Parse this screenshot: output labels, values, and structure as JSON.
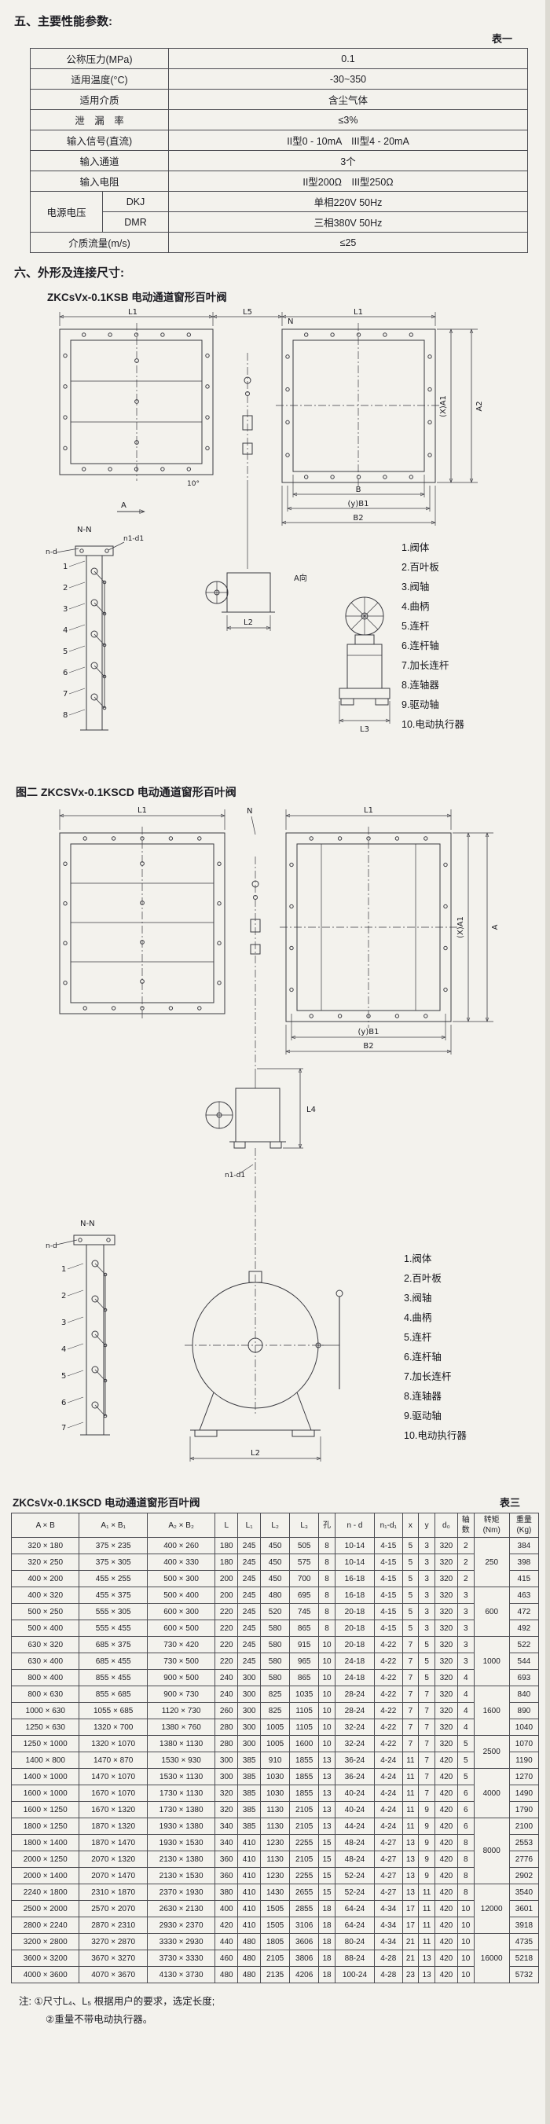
{
  "page": {
    "section5_title": "五、主要性能参数:",
    "section6_title": "六、外形及连接尺寸:"
  },
  "spec_table": {
    "table_label": "表一",
    "rows": [
      {
        "label": "公称压力(MPa)",
        "value": "0.1"
      },
      {
        "label": "适用温度(°C)",
        "value": "-30~350"
      },
      {
        "label": "适用介质",
        "value": "含尘气体"
      },
      {
        "label": "泄　漏　率",
        "value": "≤3%"
      },
      {
        "label": "输入信号(直流)",
        "value": "II型0 - 10mA　III型4 - 20mA"
      },
      {
        "label": "输入通道",
        "value": "3个"
      },
      {
        "label": "输入电阻",
        "value": "II型200Ω　III型250Ω"
      }
    ],
    "power": {
      "label": "电源电压",
      "dkj_label": "DKJ",
      "dkj_value": "单相220V 50Hz",
      "dmr_label": "DMR",
      "dmr_value": "三相380V 50Hz"
    },
    "flow": {
      "label": "介质流量(m/s)",
      "value": "≤25"
    }
  },
  "fig1": {
    "caption": "ZKCsVx-0.1KSB  电动通道窗形百叶阀",
    "labels": {
      "l1a": "L1",
      "l5": "L5",
      "l1b": "L1",
      "xa1": "(X)A1",
      "a2": "A2",
      "b": "B",
      "yb1": "(y)B1",
      "b2": "B2",
      "n": "N",
      "angle": "10°",
      "a": "A",
      "l2": "L2",
      "a_dir": "A向",
      "l3": "L3",
      "nn": "N-N",
      "n1d1": "n1-d1",
      "nd": "n-d"
    },
    "callouts": [
      "1",
      "2",
      "3",
      "4",
      "5",
      "6",
      "7",
      "8"
    ],
    "parts": [
      "1.阀体",
      "2.百叶板",
      "3.阀轴",
      "4.曲柄",
      "5.连杆",
      "6.连杆轴",
      "7.加长连杆",
      "8.连轴器",
      "9.驱动轴",
      "10.电动执行器"
    ]
  },
  "fig2": {
    "caption": "图二  ZKCSVx-0.1KSCD  电动通道窗形百叶阀",
    "labels": {
      "l1a": "L1",
      "n": "N",
      "l1b": "L1",
      "xa1": "(X)A1",
      "a": "A",
      "yb1": "(y)B1",
      "b2": "B2",
      "l4": "L4",
      "n1d1": "n1-d1",
      "nn": "N-N",
      "nd": "n-d",
      "l2": "L2"
    },
    "callouts": [
      "1",
      "2",
      "3",
      "4",
      "5",
      "6",
      "7"
    ],
    "parts": [
      "1.阀体",
      "2.百叶板",
      "3.阀轴",
      "4.曲柄",
      "5.连杆",
      "6.连杆轴",
      "7.加长连杆",
      "8.连轴器",
      "9.驱动轴",
      "10.电动执行器"
    ]
  },
  "table3": {
    "caption": "ZKCsVx-0.1KSCD  电动通道窗形百叶阀",
    "table_label": "表三",
    "headers": [
      "A × B",
      "A₁ × B₁",
      "A₂ × B₂",
      "L",
      "L₁",
      "L₂",
      "L₃",
      "孔",
      "n - d",
      "n₁-d₁",
      "x",
      "y",
      "d₀",
      "轴\n数",
      "转矩\n(Nm)",
      "重量\n(Kg)"
    ],
    "rows": [
      [
        "320 × 180",
        "375 × 235",
        "400 × 260",
        "180",
        "245",
        "450",
        "505",
        "8",
        "10-14",
        "4-15",
        "5",
        "3",
        "320",
        "2",
        "384"
      ],
      [
        "320 × 250",
        "375 × 305",
        "400 × 330",
        "180",
        "245",
        "450",
        "575",
        "8",
        "10-14",
        "4-15",
        "5",
        "3",
        "320",
        "2",
        "398"
      ],
      [
        "400 × 200",
        "455 × 255",
        "500 × 300",
        "200",
        "245",
        "450",
        "700",
        "8",
        "16-18",
        "4-15",
        "5",
        "3",
        "320",
        "2",
        "415"
      ],
      [
        "400 × 320",
        "455 × 375",
        "500 × 400",
        "200",
        "245",
        "480",
        "695",
        "8",
        "16-18",
        "4-15",
        "5",
        "3",
        "320",
        "3",
        "463"
      ],
      [
        "500 × 250",
        "555 × 305",
        "600 × 300",
        "220",
        "245",
        "520",
        "745",
        "8",
        "20-18",
        "4-15",
        "5",
        "3",
        "320",
        "3",
        "472"
      ],
      [
        "500 × 400",
        "555 × 455",
        "600 × 500",
        "220",
        "245",
        "580",
        "865",
        "8",
        "20-18",
        "4-15",
        "5",
        "3",
        "320",
        "3",
        "492"
      ],
      [
        "630 × 320",
        "685 × 375",
        "730 × 420",
        "220",
        "245",
        "580",
        "915",
        "10",
        "20-18",
        "4-22",
        "7",
        "5",
        "320",
        "3",
        "522"
      ],
      [
        "630 × 400",
        "685 × 455",
        "730 × 500",
        "220",
        "245",
        "580",
        "965",
        "10",
        "24-18",
        "4-22",
        "7",
        "5",
        "320",
        "3",
        "544"
      ],
      [
        "800 × 400",
        "855 × 455",
        "900 × 500",
        "240",
        "300",
        "580",
        "865",
        "10",
        "24-18",
        "4-22",
        "7",
        "5",
        "320",
        "4",
        "693"
      ],
      [
        "800 × 630",
        "855 × 685",
        "900 × 730",
        "240",
        "300",
        "825",
        "1035",
        "10",
        "28-24",
        "4-22",
        "7",
        "7",
        "320",
        "4",
        "840"
      ],
      [
        "1000 × 630",
        "1055 × 685",
        "1120 × 730",
        "260",
        "300",
        "825",
        "1105",
        "10",
        "28-24",
        "4-22",
        "7",
        "7",
        "320",
        "4",
        "890"
      ],
      [
        "1250 × 630",
        "1320 × 700",
        "1380 × 760",
        "280",
        "300",
        "1005",
        "1105",
        "10",
        "32-24",
        "4-22",
        "7",
        "7",
        "320",
        "4",
        "1040"
      ],
      [
        "1250 × 1000",
        "1320 × 1070",
        "1380 × 1130",
        "280",
        "300",
        "1005",
        "1600",
        "10",
        "32-24",
        "4-22",
        "7",
        "7",
        "320",
        "5",
        "1070"
      ],
      [
        "1400 × 800",
        "1470 × 870",
        "1530 × 930",
        "300",
        "385",
        "910",
        "1855",
        "13",
        "36-24",
        "4-24",
        "11",
        "7",
        "420",
        "5",
        "1190"
      ],
      [
        "1400 × 1000",
        "1470 × 1070",
        "1530 × 1130",
        "300",
        "385",
        "1030",
        "1855",
        "13",
        "36-24",
        "4-24",
        "11",
        "7",
        "420",
        "5",
        "1270"
      ],
      [
        "1600 × 1000",
        "1670 × 1070",
        "1730 × 1130",
        "320",
        "385",
        "1030",
        "1855",
        "13",
        "40-24",
        "4-24",
        "11",
        "7",
        "420",
        "6",
        "1490"
      ],
      [
        "1600 × 1250",
        "1670 × 1320",
        "1730 × 1380",
        "320",
        "385",
        "1130",
        "2105",
        "13",
        "40-24",
        "4-24",
        "11",
        "9",
        "420",
        "6",
        "1790"
      ],
      [
        "1800 × 1250",
        "1870 × 1320",
        "1930 × 1380",
        "340",
        "385",
        "1130",
        "2105",
        "13",
        "44-24",
        "4-24",
        "11",
        "9",
        "420",
        "6",
        "2100"
      ],
      [
        "1800 × 1400",
        "1870 × 1470",
        "1930 × 1530",
        "340",
        "410",
        "1230",
        "2255",
        "15",
        "48-24",
        "4-27",
        "13",
        "9",
        "420",
        "8",
        "2553"
      ],
      [
        "2000 × 1250",
        "2070 × 1320",
        "2130 × 1380",
        "360",
        "410",
        "1130",
        "2105",
        "15",
        "48-24",
        "4-27",
        "13",
        "9",
        "420",
        "8",
        "2776"
      ],
      [
        "2000 × 1400",
        "2070 × 1470",
        "2130 × 1530",
        "360",
        "410",
        "1230",
        "2255",
        "15",
        "52-24",
        "4-27",
        "13",
        "9",
        "420",
        "8",
        "2902"
      ],
      [
        "2240 × 1800",
        "2310 × 1870",
        "2370 × 1930",
        "380",
        "410",
        "1430",
        "2655",
        "15",
        "52-24",
        "4-27",
        "13",
        "11",
        "420",
        "8",
        "3540"
      ],
      [
        "2500 × 2000",
        "2570 × 2070",
        "2630 × 2130",
        "400",
        "410",
        "1505",
        "2855",
        "18",
        "64-24",
        "4-34",
        "17",
        "11",
        "420",
        "10",
        "3601"
      ],
      [
        "2800 × 2240",
        "2870 × 2310",
        "2930 × 2370",
        "420",
        "410",
        "1505",
        "3106",
        "18",
        "64-24",
        "4-34",
        "17",
        "11",
        "420",
        "10",
        "3918"
      ],
      [
        "3200 × 2800",
        "3270 × 2870",
        "3330 × 2930",
        "440",
        "480",
        "1805",
        "3606",
        "18",
        "80-24",
        "4-34",
        "21",
        "11",
        "420",
        "10",
        "4735"
      ],
      [
        "3600 × 3200",
        "3670 × 3270",
        "3730 × 3330",
        "460",
        "480",
        "2105",
        "3806",
        "18",
        "88-24",
        "4-28",
        "21",
        "13",
        "420",
        "10",
        "5218"
      ],
      [
        "4000 × 3600",
        "4070 × 3670",
        "4130 × 3730",
        "480",
        "480",
        "2135",
        "4206",
        "18",
        "100-24",
        "4-28",
        "23",
        "13",
        "420",
        "10",
        "5732"
      ]
    ],
    "torque_spans": [
      {
        "start": 0,
        "span": 3,
        "value": "250"
      },
      {
        "start": 3,
        "span": 3,
        "value": "600"
      },
      {
        "start": 6,
        "span": 3,
        "value": "1000"
      },
      {
        "start": 9,
        "span": 3,
        "value": "1600"
      },
      {
        "start": 12,
        "span": 2,
        "value": "2500"
      },
      {
        "start": 14,
        "span": 3,
        "value": "4000"
      },
      {
        "start": 17,
        "span": 4,
        "value": "8000"
      },
      {
        "start": 21,
        "span": 3,
        "value": "12000"
      },
      {
        "start": 24,
        "span": 3,
        "value": "16000"
      }
    ]
  },
  "notes": {
    "prefix": "注:",
    "line1": "①尺寸L₄、L₅ 根据用户的要求，选定长度;",
    "line2": "②重量不带电动执行器。"
  }
}
